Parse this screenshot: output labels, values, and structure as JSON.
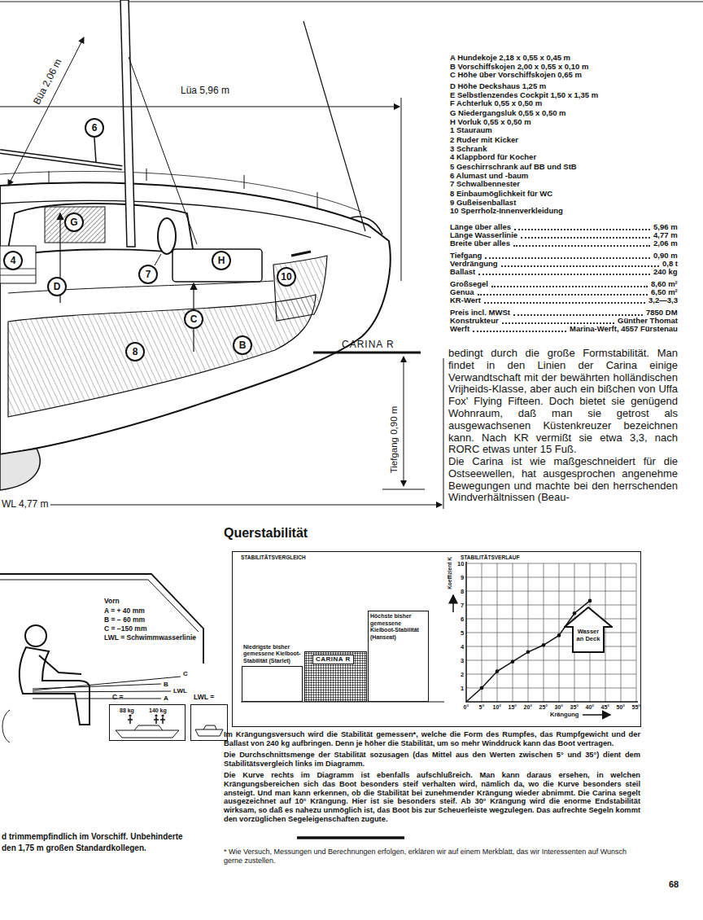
{
  "diagram": {
    "title": "Querstabilität",
    "nodes": [
      {
        "text": [
          "6"
        ]
      },
      {
        "text": [
          "G"
        ]
      },
      {
        "text": [
          "4"
        ]
      },
      {
        "text": [
          "D"
        ]
      },
      {
        "text": [
          "7"
        ]
      },
      {
        "text": [
          "H"
        ]
      },
      {
        "text": [
          "C"
        ]
      },
      {
        "text": [
          "10"
        ]
      },
      {
        "text": [
          "B"
        ]
      },
      {
        "text": [
          "8"
        ]
      },
      {
        "text": [
          "STABILITÄTSVERGLEICH",
          "STABILITÄTSVERLAUF"
        ]
      },
      {
        "text": [
          "Niedrigste bisher gemessene Kielboot-Stabilität (Starlet)"
        ],
        "in": 10
      },
      {
        "text": [
          "CARINA R"
        ],
        "in": 10
      },
      {
        "text": [
          "Höchste bisher gemessene Kielboot-Stabilität (Hanseat)"
        ],
        "in": 10
      },
      {
        "text": [
          "Wasser an Deck"
        ],
        "in": 10
      },
      {
        "text": [
          "C =",
          "88 kg",
          "140 kg"
        ]
      },
      {
        "text": [
          "LWL ="
        ]
      }
    ],
    "labels": [
      "Büa 2,06 m",
      "Lüa 5,96 m",
      "A Hundekoje 2,18 x 0,55 x 0,45 m",
      "B Vorschiffskojen 2,00 x 0,55 x 0,10 m",
      "C Höhe über Vorschiffskojen 0,65 m",
      "D Höhe Deckshaus 1,25 m",
      "E Selbstlenzendes Cockpit 1,50 x 1,35 m",
      "F Achterluk 0,55 x 0,50 m",
      "G Niedergangsluk 0,55 x 0,50 m",
      "H Vorluk 0,55 x 0,50 m",
      "1 Stauraum",
      "2 Ruder mit Kicker",
      "3 Schrank",
      "4 Klappbord für Kocher",
      "5 Geschirrschrank auf BB und StB",
      "6 Alumast und -baum",
      "7 Schwalbennester",
      "8 Einbaumöglichkeit für WC",
      "9 Gußeisenballast",
      "10 Sperrholz-Innenverkleidung",
      "Länge über alles",
      "5,96 m",
      "Länge Wasserlinie",
      "4,77 m",
      "Breite über alles",
      "2,06 m",
      "Tiefgang",
      "0,90 m",
      "Verdrängung",
      "0,8 t",
      "Ballast",
      "240 kg",
      "Großsegel",
      "8,60 m²",
      "Genua",
      "6,50 m²",
      "KR-Wert",
      "3,2—3,3",
      "Preis incl. MWSt",
      "7850 DM",
      "Konstrukteur",
      "Günther Thomat",
      "Werft",
      "Marina-Werft, 4557 Fürstenau",
      "CARINA R",
      "Tiefgang 0,90 m",
      "WL 4,77 m",
      "bedingt durch die große Formstabilität. Man findet in den Linien der Carina einige Verwandtschaft mit der bewährten holländischen Vrijheids-Klasse, aber auch ein bißchen von Uffa Fox' Flying Fifteen. Doch bietet sie genügend Wohnraum, daß man sie getrost als ausgewachsenen Küstenkreuzer bezeichnen kann. Nach KR vermißt sie etwa 3,3, nach RORC etwas unter 15 Fuß.",
      "Die Carina ist wie maßgeschneidert für die Ostseewellen, hat ausgesprochen angenehme Bewegungen und machte bei den herrschenden Windverhältnissen (Beau-",
      "Vorn",
      "A = + 40 mm",
      "B = − 60 mm",
      "C = −150 mm",
      "LWL = Schwimmwasserlinie",
      "C",
      "B",
      "LWL",
      "A",
      "10",
      "9",
      "8",
      "7",
      "6",
      "5",
      "4",
      "3",
      "2",
      "1",
      "Koeffizient K",
      "0°",
      "5°",
      "10°",
      "15°",
      "20°",
      "25°",
      "30°",
      "35°",
      "40°",
      "45°",
      "50°",
      "55°",
      "Krängung",
      "Im Krängungsversuch wird die Stabilität gemessen*, welche die Form des Rumpfes, das Rumpfgewicht und der Ballast von 240 kg aufbringen. Denn je höher die Stabilität, um so mehr Winddruck kann das Boot vertragen.",
      "Die Durchschnittsmenge der Stabilität sozusagen (das Mittel aus den Werten zwischen 5° und 35°) dient dem Stabilitätsvergleich links im Diagramm.",
      "Die Kurve rechts im Diagramm ist ebenfalls aufschlußreich. Man kann daraus ersehen, in welchen Krängungsbereichen sich das Boot besonders steif verhalten wird, nämlich da, wo die Kurve besonders steil ansteigt. Und man kann erkennen, ob die Stabilität bei zunehmender Krängung wieder abnimmt. Die Carina segelt ausgezeichnet auf 10° Krängung. Hier ist sie besonders steif. Ab 30° Krängung wird die enorme Endstabilität wirksam, so daß es nahezu unmöglich ist, das Boot bis zur Scheuerleiste wegzulegen. Das aufrechte Segeln kommt den vorzüglichen Segeleigenschaften zugute.",
      "d trimmempfindlich im Vorschiff. Unbehinderte",
      "den 1,75 m großen Standardkollegen.",
      "* Wie Versuch, Messungen und Berechnungen erfolgen, erklären wir auf einem Merkblatt, das wir Interessenten auf Wunsch gerne zustellen.",
      "68"
    ]
  }
}
